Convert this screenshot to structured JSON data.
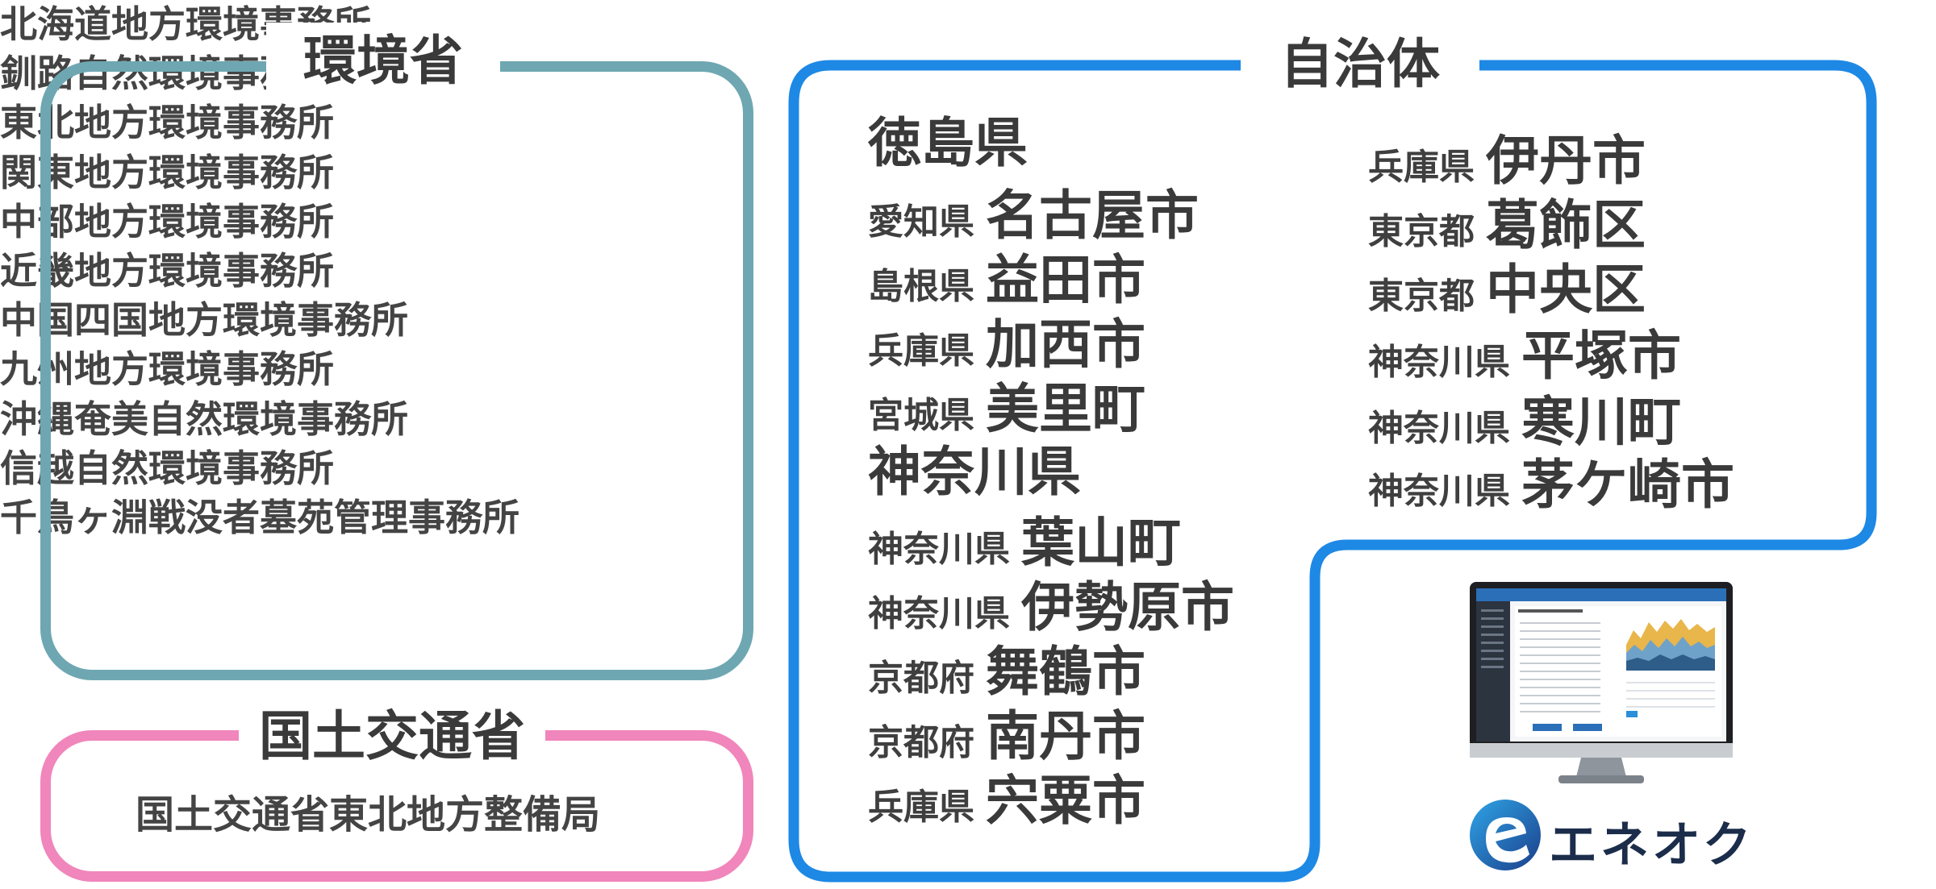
{
  "environment_ministry": {
    "title": "環境省",
    "offices": [
      "北海道地方環境事務所",
      "釧路自然環境事務所",
      "東北地方環境事務所",
      "関東地方環境事務所",
      "中部地方環境事務所",
      "近畿地方環境事務所",
      "中国四国地方環境事務所",
      "九州地方環境事務所",
      "沖縄奄美自然環境事務所",
      "信越自然環境事務所",
      "千鳥ヶ淵戦没者墓苑管理事務所"
    ]
  },
  "mlit": {
    "title": "国土交通省",
    "offices": [
      "国土交通省東北地方整備局"
    ]
  },
  "municipalities": {
    "title": "自治体",
    "left_column": [
      {
        "pref": "徳島県",
        "city": ""
      },
      {
        "pref": "愛知県",
        "city": "名古屋市"
      },
      {
        "pref": "島根県",
        "city": "益田市"
      },
      {
        "pref": "兵庫県",
        "city": "加西市"
      },
      {
        "pref": "宮城県",
        "city": "美里町"
      },
      {
        "pref": "神奈川県",
        "city": ""
      },
      {
        "pref": "神奈川県",
        "city": "葉山町"
      },
      {
        "pref": "神奈川県",
        "city": "伊勢原市"
      },
      {
        "pref": "京都府",
        "city": "舞鶴市"
      },
      {
        "pref": "京都府",
        "city": "南丹市"
      },
      {
        "pref": "兵庫県",
        "city": "宍粟市"
      }
    ],
    "right_column": [
      {
        "pref": "兵庫県",
        "city": "伊丹市"
      },
      {
        "pref": "東京都",
        "city": "葛飾区"
      },
      {
        "pref": "東京都",
        "city": "中央区"
      },
      {
        "pref": "神奈川県",
        "city": "平塚市"
      },
      {
        "pref": "神奈川県",
        "city": "寒川町"
      },
      {
        "pref": "神奈川県",
        "city": "茅ケ崎市"
      }
    ]
  },
  "product": {
    "name": "エネオク",
    "screen_title": "Jenbench ABCテック工場",
    "brand_colors": {
      "primary": "#1e88e5",
      "dark": "#1b2d4a"
    }
  },
  "colors": {
    "env_border": "#6ea7b2",
    "mlit_border": "#f086bb",
    "muni_border": "#1e88e5"
  }
}
